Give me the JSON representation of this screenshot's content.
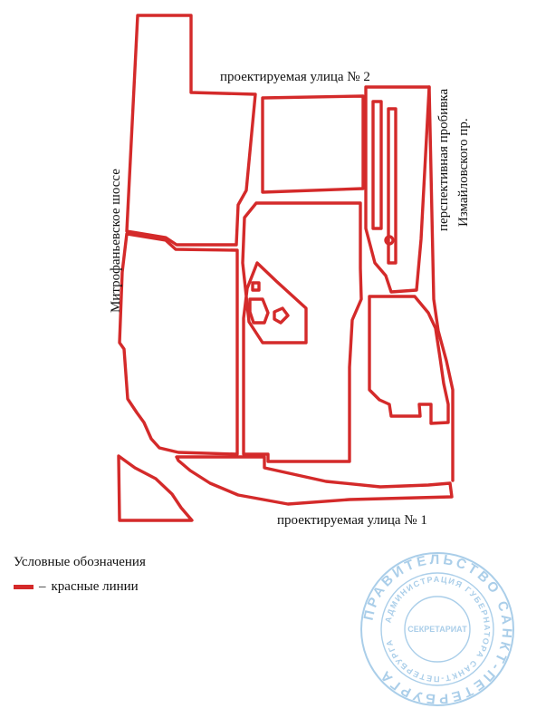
{
  "map": {
    "streets": {
      "street_2": "проектируемая улица № 2",
      "street_1": "проектируемая улица № 1",
      "highway": "Митрофаньевское шоссе",
      "prospect_line1": "перспективная пробивка",
      "prospect_line2": "Измайловского пр."
    },
    "colors": {
      "red_line": "#d42a2a",
      "stamp": "#9cc6e6"
    }
  },
  "legend": {
    "title": "Условные обозначения",
    "dash": "–",
    "item_label": "красные линии",
    "item_color": "#d42a2a"
  },
  "stamp": {
    "outer_text": "ПРАВИТЕЛЬСТВО САНКТ-ПЕТЕРБУРГА",
    "inner_text": "АДМИНИСТРАЦИЯ ГУБЕРНАТОРА САНКТ-ПЕТЕРБУРГА",
    "center_text": "СЕКРЕТАРИАТ"
  }
}
